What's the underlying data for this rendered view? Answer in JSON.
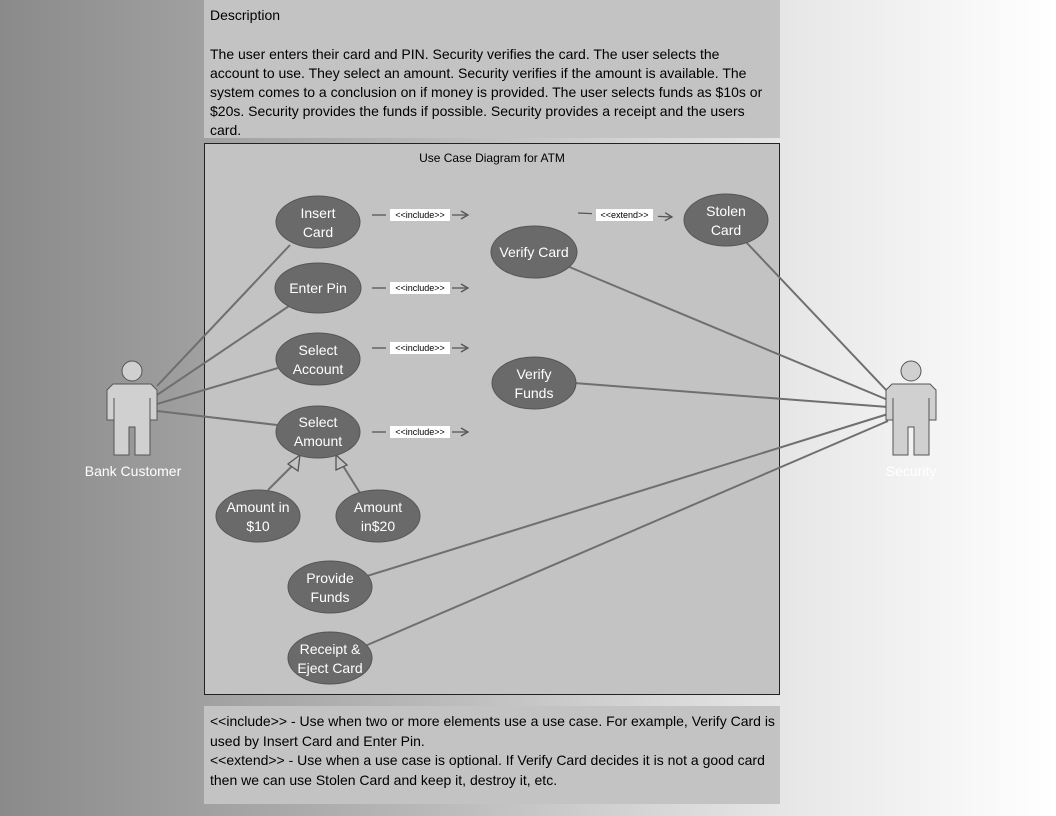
{
  "description": {
    "heading": "Description",
    "body": "The user enters their card and PIN. Security verifies the card. The user selects the account to use. They select an amount. Security verifies if the amount is available. The system comes to a conclusion on if money is provided.  The user selects funds as $10s or $20s. Security provides the funds if possible.  Security provides a receipt and the users card."
  },
  "diagram": {
    "title": "Use Case Diagram for ATM",
    "actors": {
      "left": "Bank Customer",
      "right": "Security"
    },
    "use_cases": {
      "insert_card": [
        "Insert",
        "Card"
      ],
      "enter_pin": [
        "Enter Pin"
      ],
      "select_account": [
        "Select",
        "Account"
      ],
      "select_amount": [
        "Select",
        "Amount"
      ],
      "amount_10": [
        "Amount in",
        "$10"
      ],
      "amount_20": [
        "Amount",
        "in$20"
      ],
      "provide_funds": [
        "Provide",
        "Funds"
      ],
      "receipt_eject": [
        "Receipt &",
        "Eject Card"
      ],
      "verify_card": [
        "Verify Card"
      ],
      "verify_funds": [
        "Verify",
        "Funds"
      ],
      "stolen_card": [
        "Stolen",
        "Card"
      ]
    },
    "stereotypes": {
      "include": "<<include>>",
      "extend": "<<extend>>"
    }
  },
  "notes": {
    "include": "<<include>> - Use when two or more elements use a use case. For example, Verify Card is used by Insert Card and Enter Pin.",
    "extend": "<<extend>> - Use when a use case is optional. If Verify Card decides it is not a good card then we can use Stolen Card and keep it, destroy it, etc."
  },
  "colors": {
    "use_case_fill": "#6a6a6a",
    "actor_fill": "#d0d0d0",
    "line": "#6f6f6f",
    "panel": "#c3c3c3"
  }
}
